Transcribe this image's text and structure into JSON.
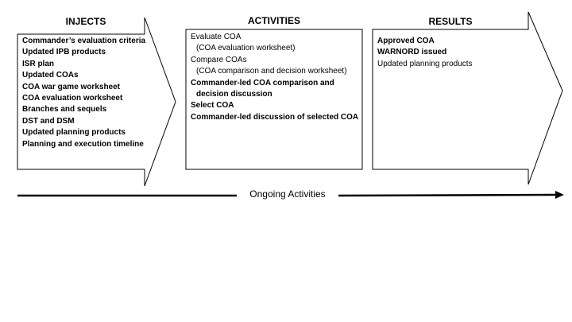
{
  "injects": {
    "title": "INJECTS",
    "items": [
      {
        "text": "Commander’s evaluation criteria",
        "bold": true
      },
      {
        "text": "Updated IPB products",
        "bold": true
      },
      {
        "text": "ISR plan",
        "bold": true
      },
      {
        "text": "Updated COAs",
        "bold": true
      },
      {
        "text": "COA war game worksheet",
        "bold": true
      },
      {
        "text": "COA evaluation worksheet",
        "bold": true
      },
      {
        "text": "Branches and sequels",
        "bold": true
      },
      {
        "text": "DST and DSM",
        "bold": true
      },
      {
        "text": "Updated planning products",
        "bold": true
      },
      {
        "text": "Planning and execution timeline",
        "bold": true
      }
    ]
  },
  "activities": {
    "title": "ACTIVITIES",
    "items": [
      {
        "text": "Evaluate COA",
        "bold": false,
        "indent": false
      },
      {
        "text": "(COA evaluation worksheet)",
        "bold": false,
        "indent": true
      },
      {
        "text": "Compare COAs",
        "bold": false,
        "indent": false
      },
      {
        "text": "(COA comparison and decision worksheet)",
        "bold": false,
        "indent": true
      },
      {
        "text": "Commander-led COA comparison and",
        "bold": true,
        "indent": false
      },
      {
        "text": "decision discussion",
        "bold": true,
        "indent": true
      },
      {
        "text": "Select COA",
        "bold": true,
        "indent": false
      },
      {
        "text": "Commander-led discussion of selected COA",
        "bold": true,
        "indent": false
      }
    ]
  },
  "results": {
    "title": "RESULTS",
    "items": [
      {
        "text": "Approved COA",
        "bold": true
      },
      {
        "text": "WARNORD issued",
        "bold": true
      },
      {
        "text": "Updated planning products",
        "bold": false
      }
    ]
  },
  "ongoing": {
    "label": "Ongoing Activities"
  },
  "colors": {
    "stroke": "#000000",
    "fill": "#ffffff"
  }
}
